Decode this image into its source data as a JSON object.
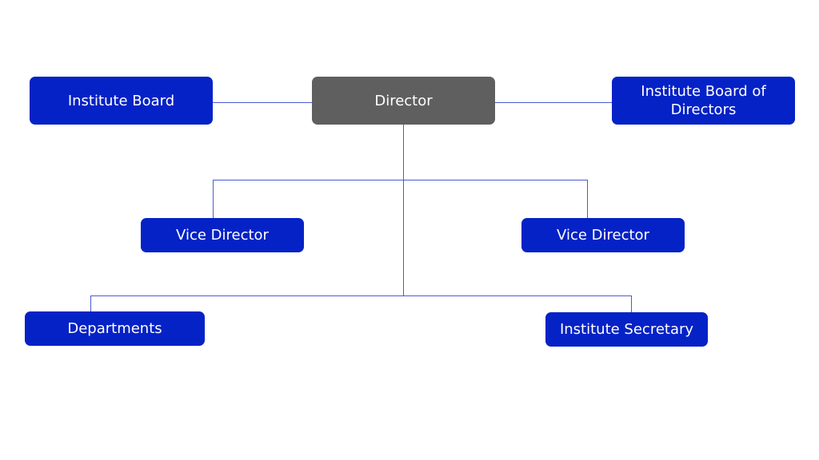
{
  "colors": {
    "primary": "#0522c6",
    "director": "#5f5f5f",
    "connector": "#4a5bd0"
  },
  "nodes": {
    "institute_board": "Institute Board",
    "director": "Director",
    "institute_board_of_directors": "Institute Board of Directors",
    "vice_director_left": "Vice Director",
    "vice_director_right": "Vice Director",
    "departments": "Departments",
    "institute_secretary": "Institute Secretary"
  }
}
